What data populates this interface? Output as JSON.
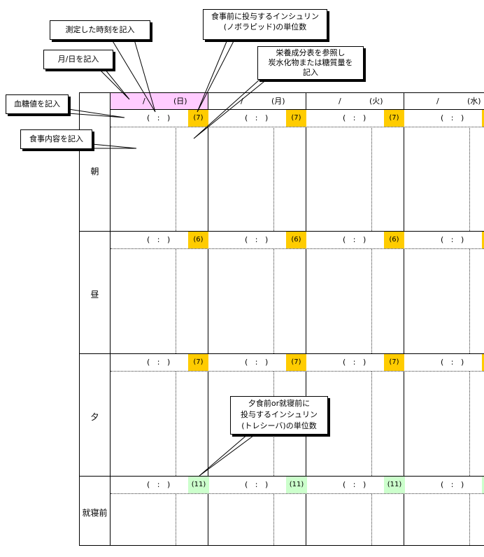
{
  "days": [
    {
      "slash": "/",
      "weekday": "(日)"
    },
    {
      "slash": "/",
      "weekday": "(月)"
    },
    {
      "slash": "/",
      "weekday": "(火)"
    },
    {
      "slash": "/",
      "weekday": "(水)"
    }
  ],
  "time_placeholder": "(　:　)",
  "meals": [
    {
      "label": "朝",
      "insulin": "(7)"
    },
    {
      "label": "昼",
      "insulin": "(6)"
    },
    {
      "label": "夕",
      "insulin": "(7)"
    },
    {
      "label": "就寝前",
      "insulin": "(11)"
    }
  ],
  "callouts": {
    "time": "測定した時刻を記入",
    "date": "月/日を記入",
    "glucose": "血糖値を記入",
    "meal_content": "食事内容を記入",
    "rapid_insulin_line1": "食事前に投与するインシュリン",
    "rapid_insulin_line2": "(ノボラピッド)の単位数",
    "carb_line1": "栄養成分表を参照し",
    "carb_line2": "炭水化物または糖質量を",
    "carb_line3": "記入",
    "basal_line1": "夕食前or就寝前に",
    "basal_line2": "投与するインシュリン",
    "basal_line3": "(トレシーバ)の単位数"
  },
  "colors": {
    "date_highlight": "#ffccff",
    "rapid_insulin": "#ffcc00",
    "basal_insulin": "#ccffcc"
  }
}
